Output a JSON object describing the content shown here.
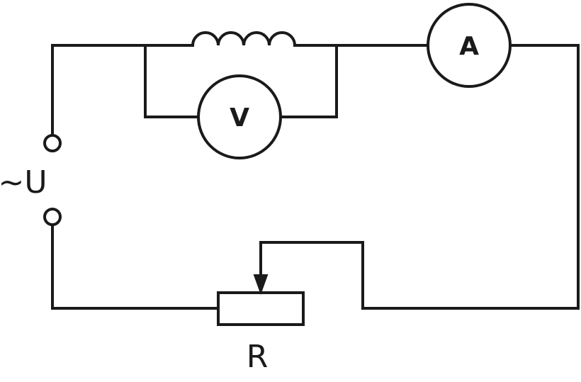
{
  "diagram": {
    "source_label": "~U",
    "voltmeter_label": "V",
    "ammeter_label": "A",
    "rheostat_label": "R",
    "components": {
      "source": "ac-voltage-source-terminals",
      "inductor": "coil",
      "voltmeter": "voltmeter-in-parallel-with-coil",
      "ammeter": "ammeter-in-series",
      "rheostat": "variable-resistor-with-slider"
    },
    "colors": {
      "line": "#1a1a1a",
      "background": "#ffffff"
    }
  }
}
